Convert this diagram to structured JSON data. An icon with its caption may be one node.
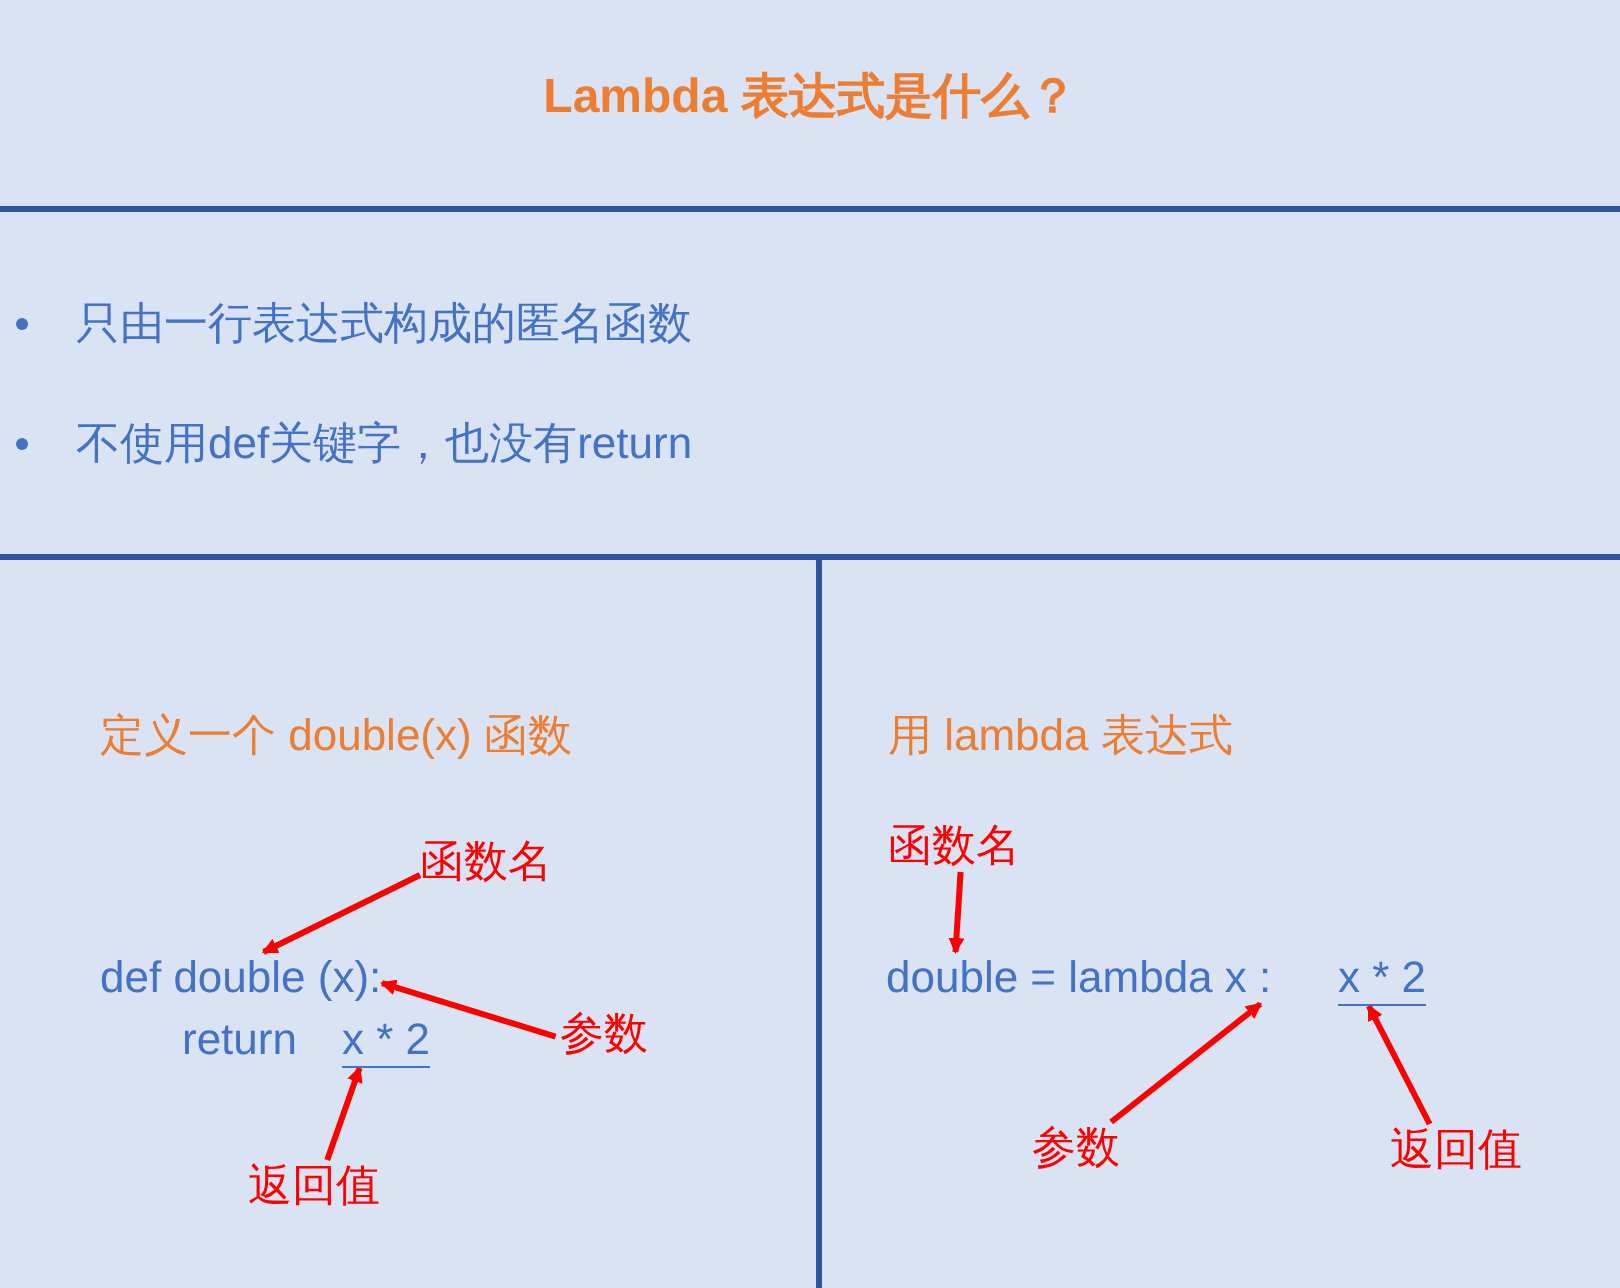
{
  "diagram": {
    "title": "Lambda 表达式是什么？",
    "nodes": [
      {
        "text": [
          "函数名"
        ]
      },
      {
        "text": [
          "def double (x):"
        ]
      },
      {
        "text": [
          "x * 2"
        ]
      },
      {
        "text": [
          "参数"
        ]
      },
      {
        "text": [
          "返回值"
        ]
      },
      {
        "text": [
          "函数名"
        ]
      },
      {
        "text": [
          "double = lambda x :"
        ]
      },
      {
        "text": [
          "x * 2"
        ]
      },
      {
        "text": [
          "参数"
        ]
      },
      {
        "text": [
          "返回值"
        ]
      }
    ],
    "edges": [
      {
        "from": 0,
        "to": 1,
        "arrow": "to"
      },
      {
        "from": 3,
        "to": 1,
        "arrow": "to"
      },
      {
        "from": 4,
        "to": 2,
        "arrow": "to"
      },
      {
        "from": 5,
        "to": 6,
        "arrow": "to"
      },
      {
        "from": 8,
        "to": 6,
        "arrow": "to"
      },
      {
        "from": 9,
        "to": 7,
        "arrow": "to"
      }
    ],
    "labels": [
      "只由一行表达式构成的匿名函数",
      "不使用def关键字，也没有return",
      "定义一个 double(x) 函数",
      "用 lambda 表达式",
      "return"
    ]
  }
}
